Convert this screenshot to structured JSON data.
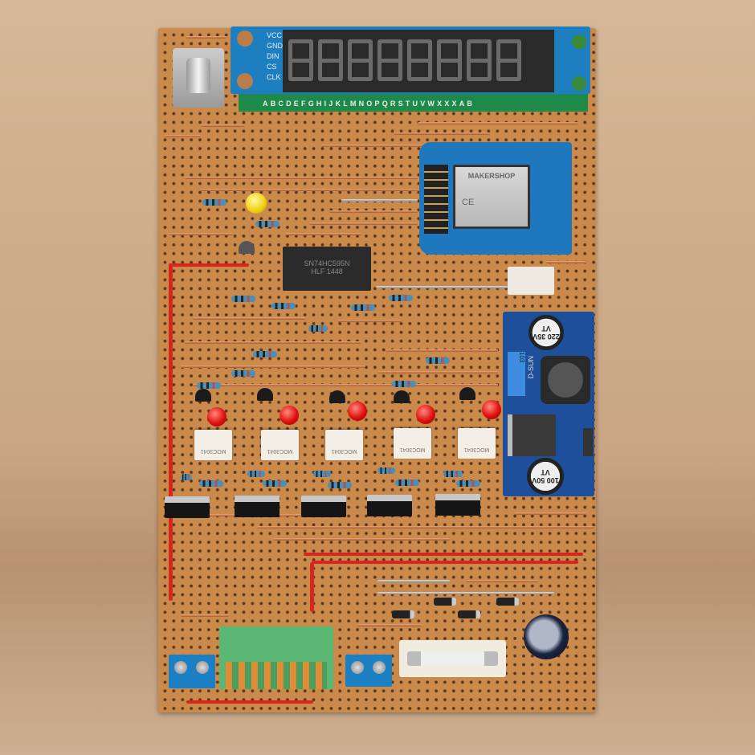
{
  "display_module": {
    "pins": [
      "VCC",
      "GND",
      "DIN",
      "CS",
      "CLK"
    ],
    "letters": "ABCDEFGHIJKLMNOPQRSTUVWXXXAB"
  },
  "wifi_module": {
    "brand": "MAKERSHOP",
    "ce_mark": "CE"
  },
  "shift_register": {
    "label": "SN74HC595N",
    "sub": "HLF 1448"
  },
  "buck_converter": {
    "cap_top": "220 35V VT",
    "cap_bottom": "100 50V VT",
    "label": "D-SUN",
    "trim": "103"
  },
  "optocoupler": {
    "label": "MOC3041"
  }
}
